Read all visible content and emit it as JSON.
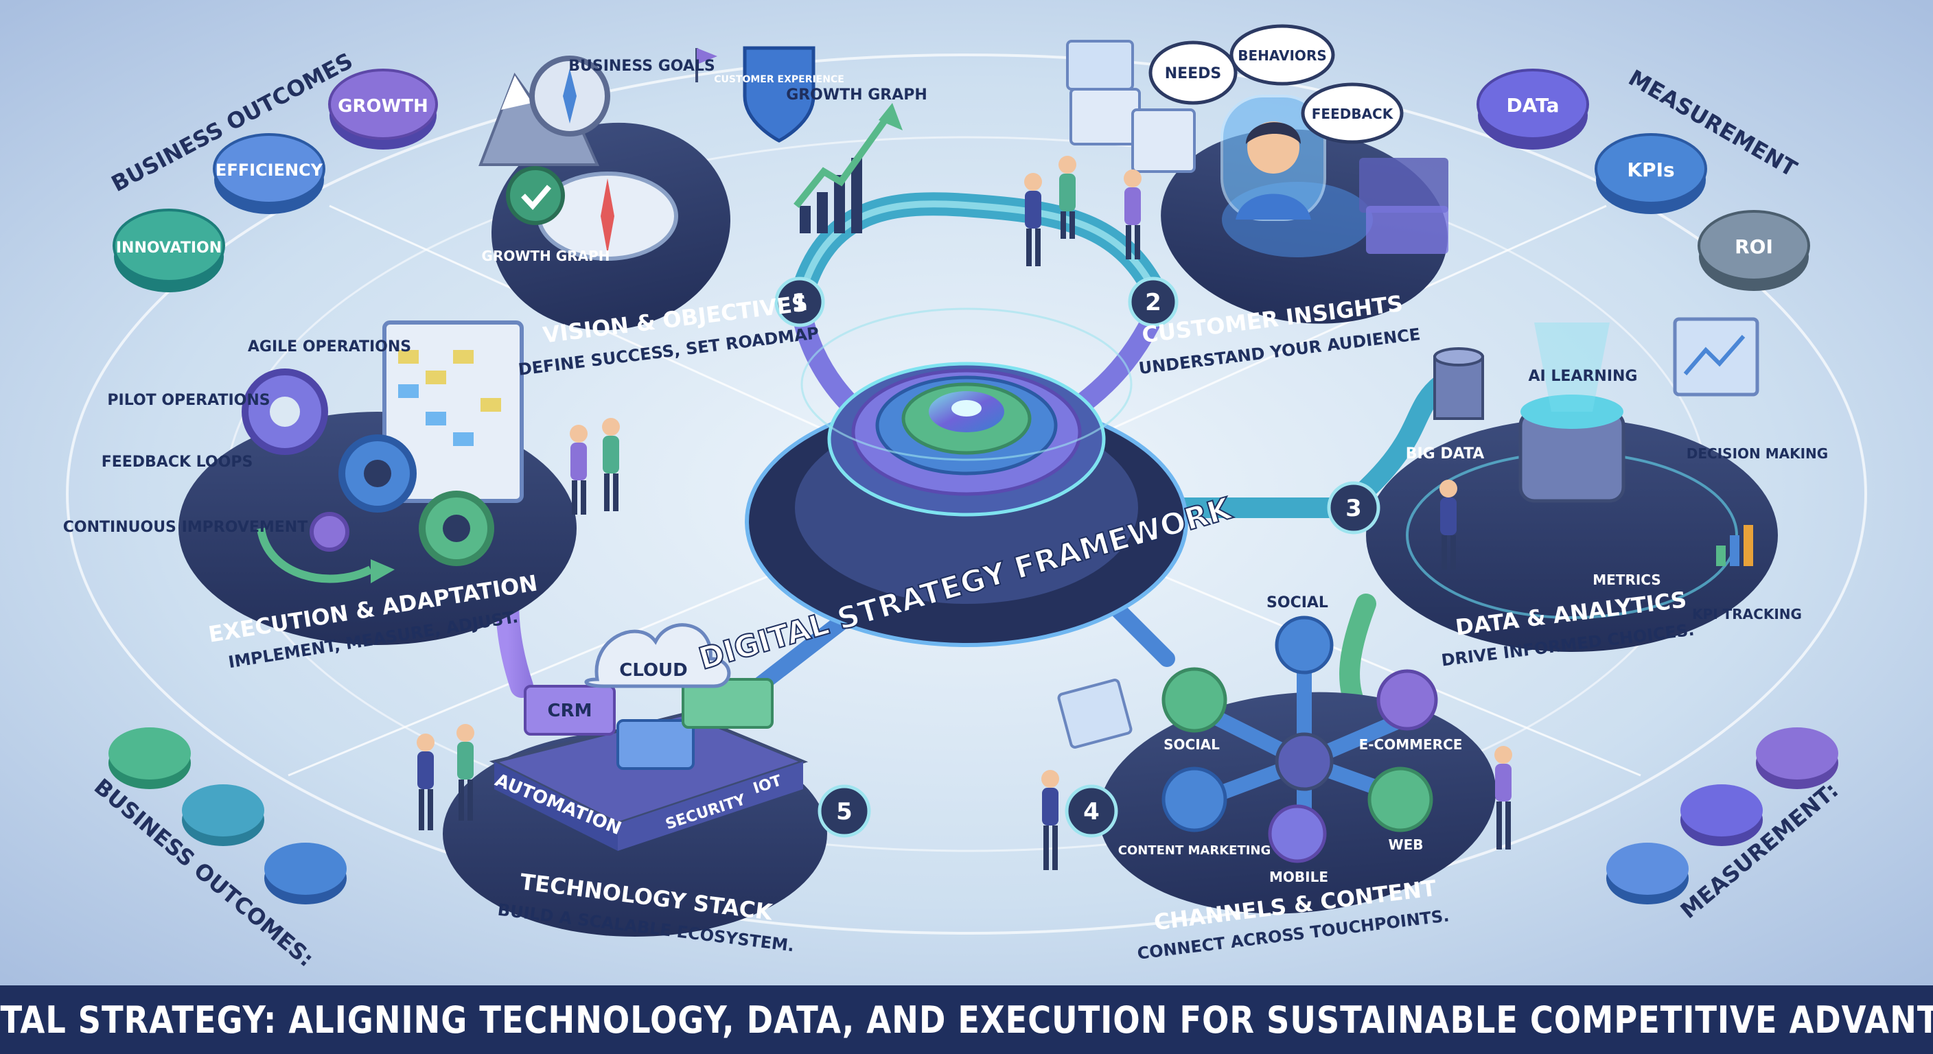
{
  "framework_title": "DIGITAL STRATEGY FRAMEWORK",
  "banner": "DIGITAL STRATEGY: ALIGNING TECHNOLOGY, DATA, AND EXECUTION FOR SUSTAINABLE COMPETITIVE ADVANTAGE",
  "outer_labels": {
    "business_outcomes_top": "BUSINESS OUTCOMES",
    "business_outcomes_bottom": "BUSINESS OUTCOMES:",
    "measurement_top": "MEASUREMENT",
    "measurement_bottom": "MEASUREMENT:"
  },
  "outcome_nodes": [
    "GROWTH",
    "EFFICIENCY",
    "INNOVATION"
  ],
  "measurement_nodes": [
    "DATa",
    "KPIs",
    "ROI"
  ],
  "stages": [
    {
      "number": "1",
      "title": "VISION & OBJECTIVES",
      "subtitle": "DEFINE SUCCESS, SET ROADMAP",
      "labels": [
        "BUSINESS GOALS",
        "CUSTOMER EXPERIENCE",
        "GROWTH GRAPH",
        "GROWTH GRAPH"
      ]
    },
    {
      "number": "2",
      "title": "CUSTOMER INSIGHTS",
      "subtitle": "UNDERSTAND YOUR AUDIENCE",
      "labels": [
        "NEEDS",
        "BEHAVIORS",
        "FEEDBACK"
      ]
    },
    {
      "number": "3",
      "title": "DATA & ANALYTICS",
      "subtitle": "DRIVE INFORMED CHOICES.",
      "labels": [
        "BIG DATA",
        "AI LEARNING",
        "DECISION MAKING",
        "METRICS",
        "KPI TRACKING"
      ]
    },
    {
      "number": "4",
      "title": "CHANNELS & CONTENT",
      "subtitle": "CONNECT ACROSS TOUCHPOINTS.",
      "labels": [
        "SOCIAL",
        "SOCIAL",
        "E-COMMERCE",
        "CONTENT MARKETING",
        "MOBILE",
        "WEB"
      ]
    },
    {
      "number": "5",
      "title": "TECHNOLOGY STACK",
      "subtitle": "BUILD A SCALABLE ECOSYSTEM.",
      "labels": [
        "CLOUD",
        "CRM",
        "AUTOMATION",
        "SECURITY",
        "IOT"
      ]
    },
    {
      "number": "",
      "title": "EXECUTION & ADAPTATION",
      "subtitle": "IMPLEMENT, MEASURE, ADJUST.",
      "labels": [
        "AGILE OPERATIONS",
        "PILOT OPERATIONS",
        "FEEDBACK LOOPS",
        "CONTINUOUS IMPROVEMENT"
      ]
    }
  ],
  "colors": {
    "navy": "#1f2f5e",
    "platform": "#2c3a63",
    "teal": "#2fa7b3",
    "purple": "#8a72d8",
    "green": "#58b98a",
    "blue": "#4a86d6"
  }
}
